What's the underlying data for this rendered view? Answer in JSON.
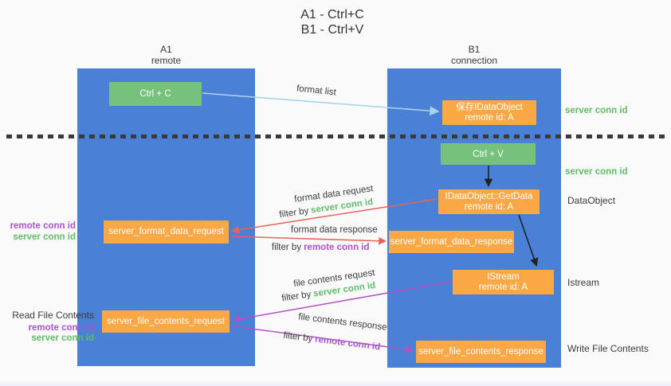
{
  "title": {
    "line1": "A1 - Ctrl+C",
    "line2": "B1 - Ctrl+V"
  },
  "lanes": {
    "left": {
      "name": "A1",
      "role": "remote"
    },
    "right": {
      "name": "B1",
      "role": "connection"
    }
  },
  "nodes": {
    "ctrl_c": {
      "label": "Ctrl + C"
    },
    "save_idataobject": {
      "line1": "保存IDataObject",
      "line2": "remote id: A"
    },
    "ctrl_v": {
      "label": "Ctrl + V"
    },
    "getdata": {
      "line1": "IDataObject::GetData",
      "line2": "remote id: A"
    },
    "format_request": {
      "label": "server_format_data_request"
    },
    "format_response": {
      "label": "server_format_data_response"
    },
    "istream": {
      "line1": "IStream",
      "line2": "remote id: A"
    },
    "file_request": {
      "label": "server_file_contents_request"
    },
    "file_response": {
      "label": "server_file_contents_response"
    }
  },
  "annotations": {
    "server_conn_id_top": "server conn id",
    "server_conn_id_mid": "server conn id",
    "dataobject": "DataObject",
    "istream": "Istream",
    "write_file_contents": "Write File Contents",
    "read_file_contents": "Read File Contents",
    "left_ids_1": {
      "remote": "remote conn id",
      "server": "server conn id"
    },
    "left_ids_2": {
      "remote": "remote conn id",
      "server": "server conn id"
    }
  },
  "arrows": {
    "format_list": {
      "label": "format list"
    },
    "format_data_request": {
      "label": "format data request",
      "filter_prefix": "filter by",
      "filter_key": "server conn id"
    },
    "format_data_response": {
      "label": "format data response",
      "filter_prefix": "filter by",
      "filter_key": "remote conn id"
    },
    "file_contents_request": {
      "label": "file contents request",
      "filter_prefix": "filter by",
      "filter_key": "server conn id"
    },
    "file_contents_response": {
      "label": "file contents response",
      "filter_prefix": "filter by",
      "filter_key": "remote conn id"
    }
  },
  "colors": {
    "lane_blue": "#4a80d6",
    "action_green": "#76c27c",
    "message_orange": "#f9a845",
    "server_conn_green": "#5fbd66",
    "remote_conn_purple": "#a855c8",
    "request_red": "#e8625a",
    "file_purple": "#b551c5",
    "format_list_blue": "#a9d2f0",
    "arrow_black": "#222222",
    "text_dark": "#3c3c3c",
    "background": "#fafafa"
  }
}
